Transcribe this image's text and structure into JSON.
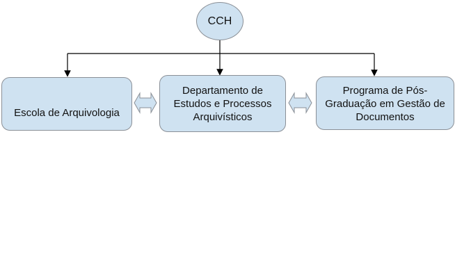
{
  "root": {
    "label": "CCH"
  },
  "children": [
    {
      "label": "Escola de Arquivologia"
    },
    {
      "label": "Departamento de Estudos e Processos Arquivísticos"
    },
    {
      "label": "Programa de Pós-Graduação em Gestão de Documentos"
    }
  ],
  "colors": {
    "fill": "#cfe2f1",
    "border": "#8a8f96",
    "line": "#000000"
  }
}
